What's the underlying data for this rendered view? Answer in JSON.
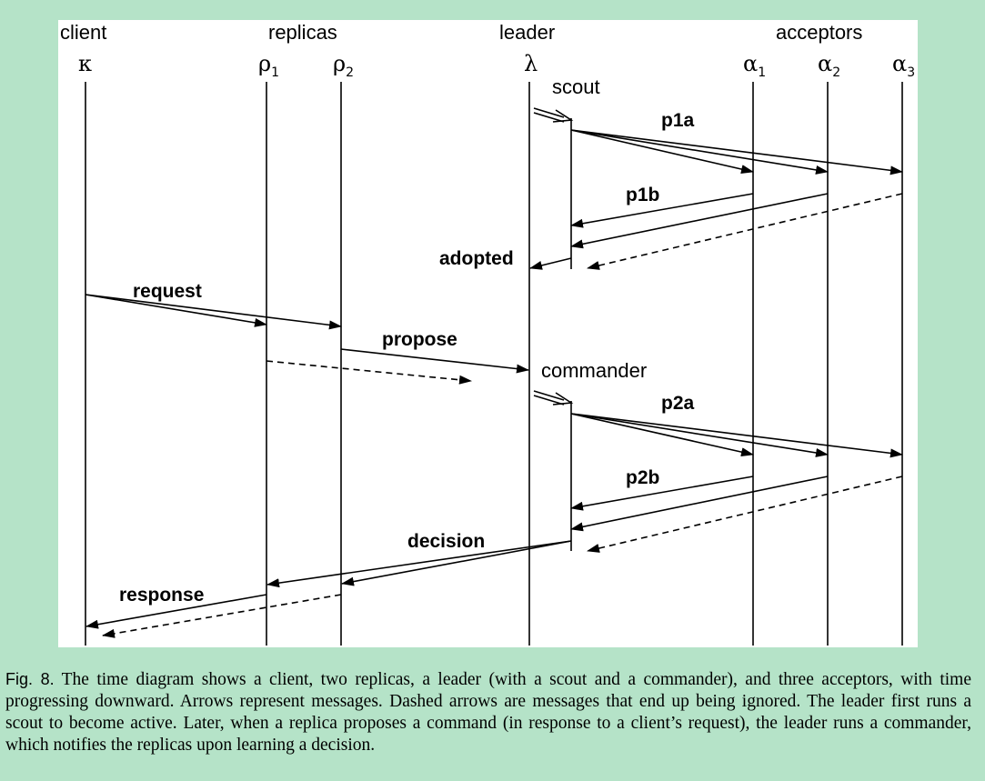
{
  "groups": {
    "client": "client",
    "replicas": "replicas",
    "leader": "leader",
    "acceptors": "acceptors"
  },
  "processes": {
    "kappa": {
      "symbol": "κ",
      "sub": ""
    },
    "rho1": {
      "symbol": "ρ",
      "sub": "1"
    },
    "rho2": {
      "symbol": "ρ",
      "sub": "2"
    },
    "lambda": {
      "symbol": "λ",
      "sub": ""
    },
    "alpha1": {
      "symbol": "α",
      "sub": "1"
    },
    "alpha2": {
      "symbol": "α",
      "sub": "2"
    },
    "alpha3": {
      "symbol": "α",
      "sub": "3"
    }
  },
  "subprocesses": {
    "scout": "scout",
    "commander": "commander"
  },
  "messages": {
    "p1a": "p1a",
    "p1b": "p1b",
    "adopted": "adopted",
    "request": "request",
    "propose": "propose",
    "p2a": "p2a",
    "p2b": "p2b",
    "decision": "decision",
    "response": "response"
  },
  "caption": {
    "label": "Fig. 8.",
    "text": "The time diagram shows a client, two replicas, a leader (with a scout and a commander), and three acceptors, with time progressing downward. Arrows represent messages. Dashed arrows are messages that end up being ignored. The leader first runs a scout to become active. Later, when a replica proposes a command (in response to a client’s request), the leader runs a commander, which notifies the replicas upon learning a decision."
  }
}
